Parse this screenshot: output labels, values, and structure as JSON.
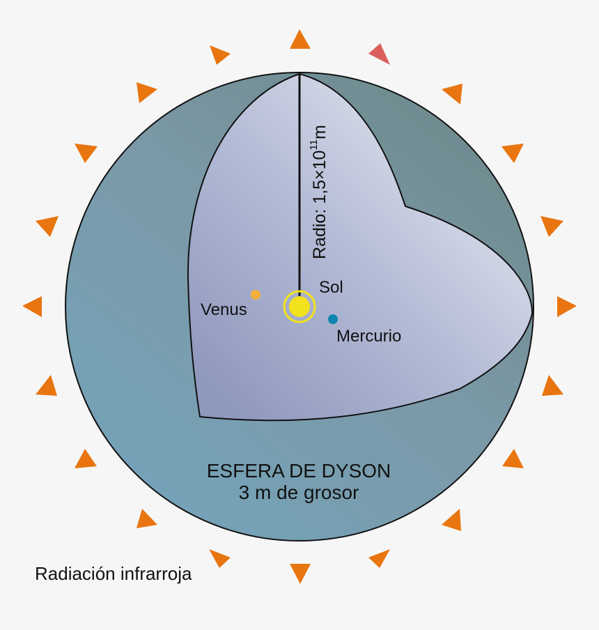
{
  "diagram": {
    "title": "ESFERA DE DYSON",
    "subtitle": "3 m de grosor",
    "radius_label": "Radio: 1,5×10",
    "radius_exponent": "11",
    "radius_unit": "m",
    "sun_label": "Sol",
    "venus_label": "Venus",
    "mercury_label": "Mercurio",
    "radiation_label": "Radiación infrarroja"
  },
  "colors": {
    "background": "#f6f6f6",
    "shell_outer": "#7aa1b6",
    "shell_dark": "#6d8a8e",
    "interior_light": "#dde2ec",
    "interior_dark": "#8e97bd",
    "arrow": "#e8750f",
    "arrow_highlight": "#d9605e",
    "sun": "#f2e21e",
    "venus": "#f2b03a",
    "mercury": "#0f86b0"
  },
  "icons": {
    "radiation_arrow": "triangle-arrow-icon"
  }
}
